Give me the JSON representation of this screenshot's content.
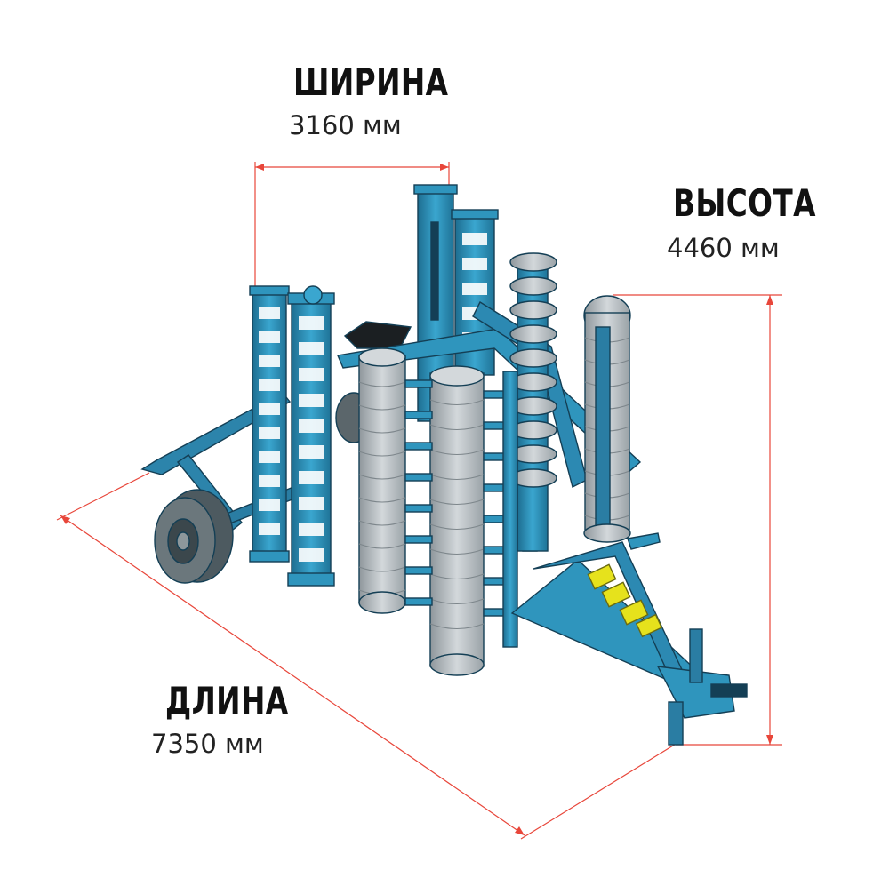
{
  "dimensions": {
    "width": {
      "label": "ШИРИНА",
      "value": "3160 мм"
    },
    "height": {
      "label": "ВЫСОТА",
      "value": "4460 мм"
    },
    "length": {
      "label": "ДЛИНА",
      "value": "7350 мм"
    }
  },
  "colors": {
    "dimension_line": "#e8463a",
    "machine_blue": "#2f95bd",
    "machine_dark": "#17435a",
    "disc_gray": "#b9bfc3",
    "wheel_gray": "#4d5a60",
    "shock_yellow": "#e6e21c"
  },
  "icons": [
    "disc-harrow-machine"
  ]
}
